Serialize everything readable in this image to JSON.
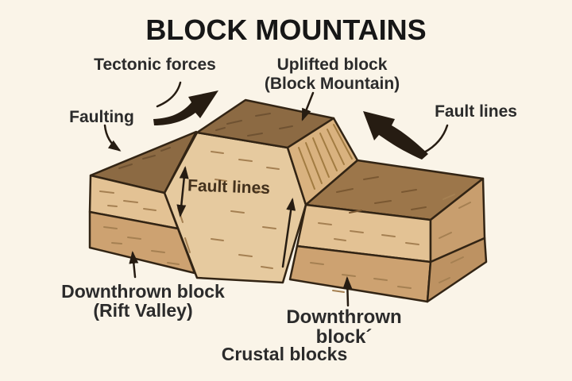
{
  "title": "BLOCK MOUNTAINS",
  "annotations": {
    "tectonic_forces": {
      "text": "Tectonic forces"
    },
    "uplifted_block": {
      "line1": "Uplifted block",
      "line2": "(Block Mountain)"
    },
    "faulting": {
      "text": "Faulting"
    },
    "fault_lines_right": {
      "text": "Fault lines"
    },
    "fault_lines_face": {
      "text": "Fault lines"
    },
    "downthrown_left": {
      "line1": "Downthrown block",
      "line2": "(Rift Valley)"
    },
    "downthrown_right": {
      "line1": "Downthrown",
      "line2": "block´"
    },
    "crustal_blocks": {
      "text": "Crustal blocks"
    }
  },
  "colors": {
    "background": "#faf4e8",
    "outline": "#322414",
    "arrow": "#261c12",
    "label_text": "#2b2b2b",
    "face_label_text": "#43311d",
    "top_dark": "#8c6a43",
    "top_medium": "#9c764a",
    "face_center": "#e6ca9f",
    "face_upper": "#e3c294",
    "face_lower": "#cda271",
    "side_upper": "#c89e6e",
    "side_lower": "#bd9262",
    "slope_hatched": "#d9b27f",
    "dash_dark": "#6f5232",
    "dash_medium": "#7a5832",
    "dash_light": "#a58052",
    "hatch": "#a27c42"
  }
}
